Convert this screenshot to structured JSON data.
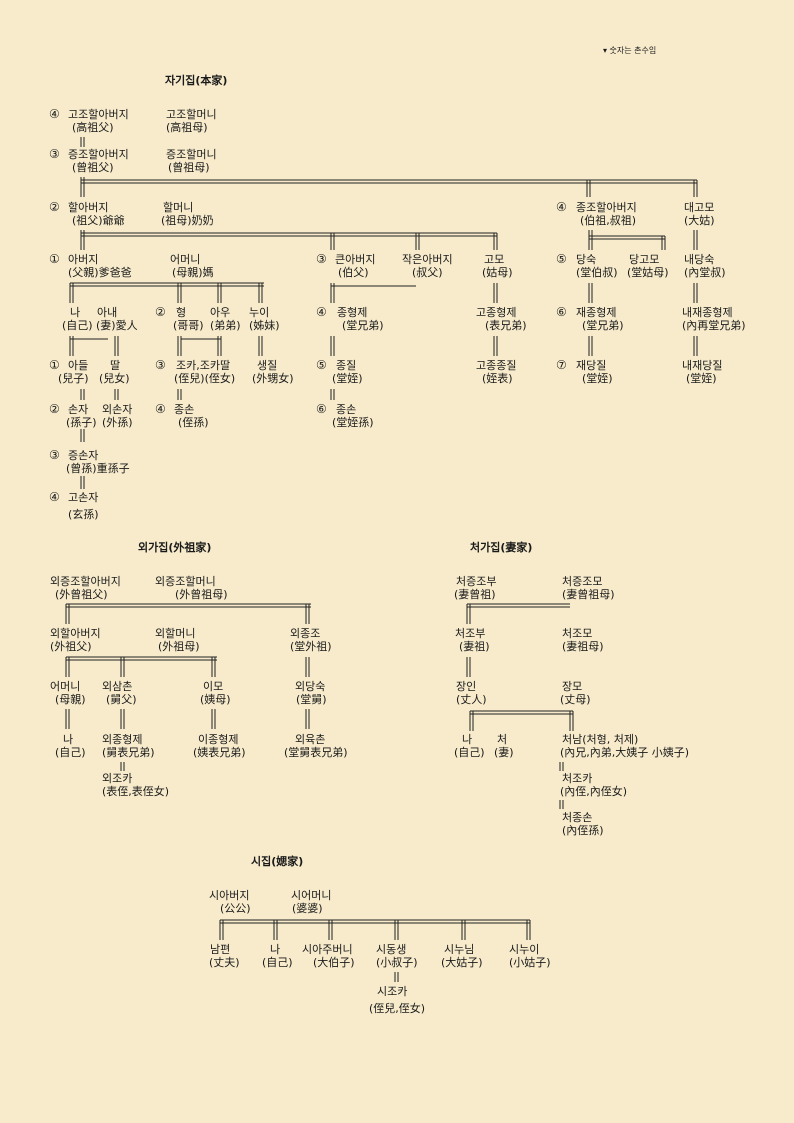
{
  "note": "▾ 숫자는  촌수임",
  "sections": {
    "bonga": "자기집(本家)",
    "oega": "외가집(外祖家)",
    "cheoga": "처가집(妻家)",
    "sijip": "시집(媤家)"
  },
  "chon": {
    "c1": "①",
    "c2": "②",
    "c3": "③",
    "c4": "④",
    "c5": "⑤",
    "c6": "⑥",
    "c7": "⑦"
  },
  "bonga": {
    "gojo_f": "고조할아버지",
    "gojo_f_h": "(高祖父)",
    "gojo_m": "고조할머니",
    "gojo_m_h": "(高祖母)",
    "jeungjo_f": "증조할아버지",
    "jeungjo_f_h": "(曾祖父)",
    "jeungjo_m": "증조할머니",
    "jeungjo_m_h": "(曾祖母)",
    "jo_f": "할아버지",
    "jo_f_h": "(祖父)爺爺",
    "jo_m": "할머니",
    "jo_m_h": "(祖母)奶奶",
    "jongjo": "종조할아버지",
    "jongjo_h": "(伯祖,叔祖)",
    "daegomo": "대고모",
    "daegomo_h": "(大姑)",
    "abeoji": "아버지",
    "abeoji_h": "(父親)爹爸爸",
    "eomeoni": "어머니",
    "eomeoni_h": "(母親)媽",
    "keun": "큰아버지",
    "keun_h": "(伯父)",
    "jageun": "작은아버지",
    "jageun_h": "(叔父)",
    "gomo": "고모",
    "gomo_h": "(姑母)",
    "dangsuk": "당숙",
    "dangsuk_h": "(堂伯叔)",
    "danggomo": "당고모",
    "danggomo_h": "(堂姑母)",
    "naedangsuk": "내당숙",
    "naedangsuk_h": "(內堂叔)",
    "na": "나",
    "na_h": "(自己)",
    "anae": "아내",
    "anae_h": "(妻)愛人",
    "hyeong": "형",
    "hyeong_h": "(哥哥)",
    "au": "아우",
    "au_h": "(弟弟)",
    "nui": "누이",
    "nui_h": "(姊妹)",
    "jonghyeongje": "종형제",
    "jonghyeongje_h": "(堂兄弟)",
    "gojong": "고종형제",
    "gojong_h": "(表兄弟)",
    "jaejong": "재종형제",
    "jaejong_h": "(堂兄弟)",
    "naejaejong": "내재종형제",
    "naejaejong_h": "(內再堂兄弟)",
    "adeul": "아들",
    "adeul_h": "(兒子)",
    "ttal": "딸",
    "ttal_h": "(兒女)",
    "joka": "조카,조카딸",
    "joka_h": "(侄兒)(侄女)",
    "saengjil": "생질",
    "saengjil_h": "(外甥女)",
    "jongjil": "종질",
    "jongjil_h": "(堂姪)",
    "gojongjil": "고종종질",
    "gojongjil_h": "(姪表)",
    "jaedangjil": "재당질",
    "jaedangjil_h": "(堂姪)",
    "naedangjil": "내재당질",
    "naedangjil_h": "(堂姪)",
    "sonja": "손자",
    "sonja_h": "(孫子)",
    "oesonja": "외손자",
    "oesonja_h": "(外孫)",
    "jongson": "종손",
    "jongson_h": "(侄孫)",
    "jongsonja": "종손",
    "jongsonja_h": "(堂姪孫)",
    "jeungson": "증손자",
    "jeungson_h": "(曾孫)重孫子",
    "goson": "고손자",
    "goson_h": "(玄孫)"
  },
  "oega": {
    "jeungjo_f": "외증조할아버지",
    "jeungjo_f_h": "(外曾祖父)",
    "jeungjo_m": "외증조할머니",
    "jeungjo_m_h": "(外曾祖母)",
    "jo_f": "외할아버지",
    "jo_f_h": "(外祖父)",
    "jo_m": "외할머니",
    "jo_m_h": "(外祖母)",
    "jongjo": "외종조",
    "jongjo_h": "(堂外祖)",
    "eomeoni": "어머니",
    "eomeoni_h": "(母親)",
    "samchon": "외삼촌",
    "samchon_h": "(舅父)",
    "imo": "이모",
    "imo_h": "(姨母)",
    "dangsuk": "외당숙",
    "dangsuk_h": "(堂舅)",
    "na": "나",
    "na_h": "(自己)",
    "jonghyeongje": "외종형제",
    "jonghyeongje_h": "(舅表兄弟)",
    "ijong": "이종형제",
    "ijong_h": "(姨表兄弟)",
    "oeyuk": "외육촌",
    "oeyuk_h": "(堂舅表兄弟)",
    "joka": "외조카",
    "joka_h": "(表侄,表侄女)"
  },
  "cheoga": {
    "jeungjo_f": "처증조부",
    "jeungjo_f_h": "(妻曾祖)",
    "jeungjo_m": "처증조모",
    "jeungjo_m_h": "(妻曾祖母)",
    "jo_f": "처조부",
    "jo_f_h": "(妻祖)",
    "jo_m": "처조모",
    "jo_m_h": "(妻祖母)",
    "jangin": "장인",
    "jangin_h": "(丈人)",
    "jangmo": "장모",
    "jangmo_h": "(丈母)",
    "na": "나",
    "na_h": "(自己)",
    "cheo": "처",
    "cheo_h": "(妻)",
    "cheonam": "처남(처형,  처제)",
    "cheonam_h": "(內兄,內弟,大姨子  小姨子)",
    "joka": "처조카",
    "joka_h": "(內侄,內侄女)",
    "jongson": "처종손",
    "jongson_h": "(內侄孫)"
  },
  "sijip": {
    "siabeoji": "시아버지",
    "siabeoji_h": "(公公)",
    "sieomeoni": "시어머니",
    "sieomeoni_h": "(婆婆)",
    "nampyeon": "남편",
    "nampyeon_h": "(丈夫)",
    "na": "나",
    "na_h": "(自己)",
    "siajubeoni": "시아주버니",
    "siajubeoni_h": "(大伯子)",
    "sidongsaeng": "시동생",
    "sidongsaeng_h": "(小叔子)",
    "sinunim": "시누님",
    "sinunim_h": "(大姑子)",
    "sinui": "시누이",
    "sinui_h": "(小姑子)",
    "sijoka": "시조카",
    "sijoka_h": "(侄兒,侄女)"
  }
}
